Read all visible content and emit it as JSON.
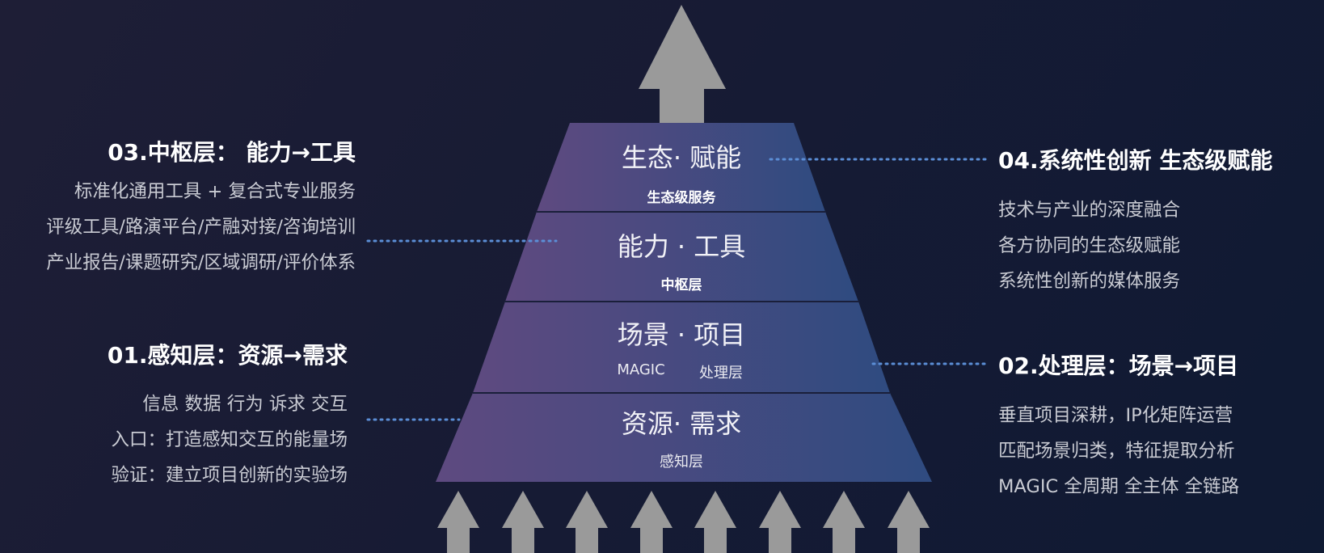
{
  "colors": {
    "arrow": "#9a9a9a",
    "pyramid_left": "#5e4a80",
    "pyramid_right": "#2f4b80",
    "divider": "#1a1f3a",
    "dotted_line": "#5b8ed6"
  },
  "pyramid": {
    "layers": [
      {
        "title": "生态· 赋能",
        "subtitle": "生态级服务"
      },
      {
        "title": "能力 · 工具",
        "subtitle": "中枢层"
      },
      {
        "title": "场景 · 项目",
        "subtitle_left": "MAGIC",
        "subtitle_right": "处理层"
      },
      {
        "title": "资源· 需求",
        "subtitle": "感知层"
      }
    ]
  },
  "panels": {
    "top_left": {
      "heading": "03.中枢层：  能力→工具",
      "lines": [
        "标准化通用工具    +  复合式专业服务",
        "评级工具/路演平台/产融对接/咨询培训",
        "产业报告/课题研究/区域调研/评价体系"
      ]
    },
    "bottom_left": {
      "heading": "01.感知层：资源→需求",
      "lines": [
        "信息  数据  行为  诉求  交互",
        "入口：打造感知交互的能量场",
        "验证：建立项目创新的实验场"
      ]
    },
    "top_right": {
      "heading": "04.系统性创新  生态级赋能",
      "lines": [
        "技术与产业的深度融合",
        "各方协同的生态级赋能",
        "系统性创新的媒体服务"
      ]
    },
    "bottom_right": {
      "heading": "02.处理层：场景→项目",
      "lines": [
        "垂直项目深耕，IP化矩阵运营",
        "匹配场景归类，特征提取分析",
        "MAGIC 全周期 全主体 全链路"
      ]
    }
  }
}
